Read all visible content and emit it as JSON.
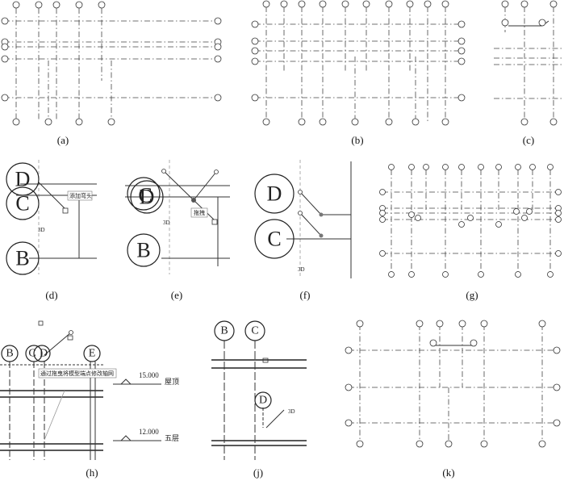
{
  "captions": [
    "(a)",
    "(b)",
    "(c)",
    "(d)",
    "(e)",
    "(f)",
    "(g)",
    "(h)",
    "(j)",
    "(k)"
  ],
  "bubble_letters": {
    "d": [
      "D",
      "C",
      "B"
    ],
    "e": [
      "B"
    ],
    "f": [
      "D",
      "C"
    ],
    "h": [
      "B",
      "C",
      "D",
      "E"
    ],
    "j": [
      "B",
      "C",
      "D"
    ]
  },
  "tooltips": {
    "d": "添加弯头",
    "e": "拖拽",
    "h": "通过拖曳将模型端点修改轴网"
  },
  "labels": {
    "d_3d": "3D",
    "e_3d": "3D",
    "f_3d": "3D",
    "j_3d": "3D",
    "h_level1_value": "15.000",
    "h_level1_name": "屋顶",
    "h_level2_value": "12.000",
    "h_level2_name": "五层"
  },
  "colors": {
    "line": "#333333",
    "grid_line": "#444444",
    "background": "#ffffff"
  }
}
